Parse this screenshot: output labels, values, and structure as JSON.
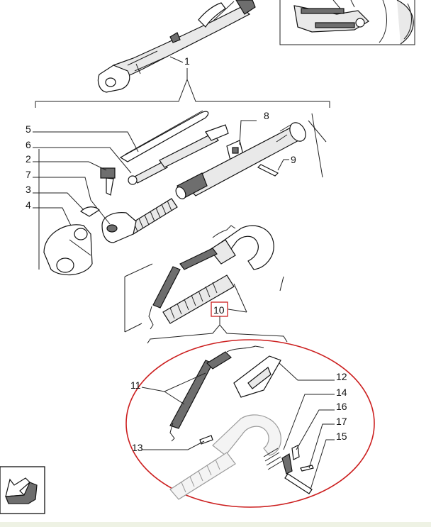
{
  "diagram": {
    "labels": {
      "l1": "1",
      "l5": "5",
      "l6": "6",
      "l2": "2",
      "l7": "7",
      "l3": "3",
      "l4": "4",
      "l8": "8",
      "l9": "9",
      "l10": "10",
      "l11": "11",
      "l12": "12",
      "l13": "13",
      "l14": "14",
      "l16": "16",
      "l17": "17",
      "l15": "15"
    },
    "highlight_color": "#cc1f1f",
    "nav_icon": "arrow-back-icon"
  }
}
